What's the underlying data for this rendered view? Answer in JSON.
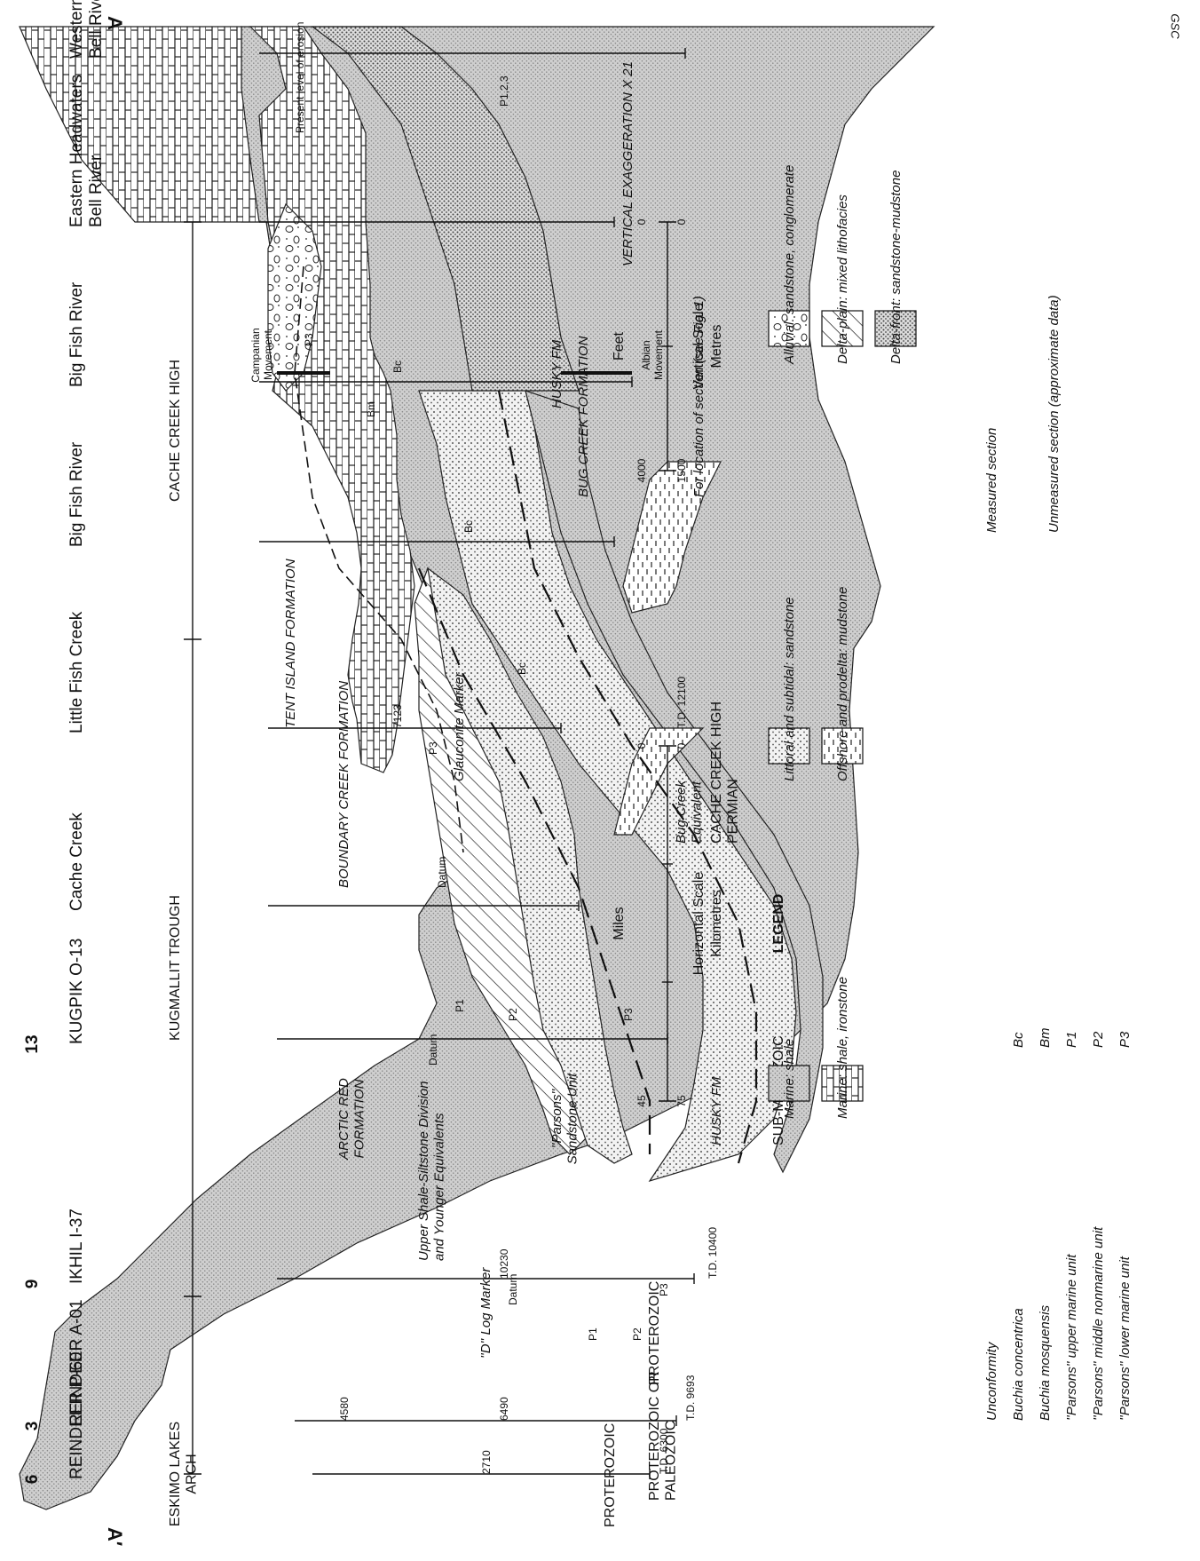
{
  "section_ends": {
    "left": "A",
    "right": "A′"
  },
  "wells": [
    {
      "name": "Western Headwaters\nBell River",
      "number": ""
    },
    {
      "name": "Eastern Headwaters\nBell River",
      "number": ""
    },
    {
      "name": "Big Fish River",
      "number": ""
    },
    {
      "name": "Big Fish River",
      "number": ""
    },
    {
      "name": "Little Fish Creek",
      "number": ""
    },
    {
      "name": "Cache Creek",
      "number": ""
    },
    {
      "name": "KUGPIK O-13",
      "number": "13"
    },
    {
      "name": "IKHIL I-37",
      "number": "9"
    },
    {
      "name": "REINDEER A-01",
      "number": "3"
    },
    {
      "name": "REINDEER P-60",
      "number": "6"
    }
  ],
  "structural_domains": {
    "cache_creek_high": "CACHE CREEK HIGH",
    "kugmallit_trough": "KUGMALLIT TROUGH",
    "eskimo_lakes_arch": "ESKIMO LAKES\nARCH"
  },
  "formations": {
    "tent_island": "TENT ISLAND FORMATION",
    "boundary_creek": "BOUNDARY CREEK FORMATION",
    "arctic_red": "ARCTIC RED\nFORMATION",
    "upper_shale": "Upper Shale-Siltstone Division\nand Younger Equivalents",
    "parsons": "''Parsons''\nSandstone Unit",
    "husky_1": "HUSKY FM",
    "husky_2": "HUSKY FM",
    "bug_creek": "BUG CREEK FORMATION",
    "bug_creek_equiv": "Bug Creek\nEquivalent",
    "cache_creek_permian": "CACHE CREEK HIGH\nPERMIAN",
    "sub_mesozoic": "SUB-MESOZOIC",
    "proterozoic": "PROTEROZOIC",
    "proterozoic_or_paleozoic": "PROTEROZOIC OR\nPALEOZOIC",
    "proterozoic_2": "PROTEROZOIC"
  },
  "markers": {
    "glauconite": "Glauconite Marker",
    "d_log": "''D'' Log Marker",
    "datum": "Datum"
  },
  "depths": {
    "kugpik_top": "7123",
    "kugpik_td": "T.D. 12100",
    "ikhil_top": "10230",
    "ikhil_td": "T.D. 10400",
    "reindeer_a01_top": "4580",
    "reindeer_a01_mid": "6490",
    "reindeer_a01_td": "T.D. 9693",
    "reindeer_p60_top": "2710",
    "reindeer_p60_td": "T.D. 6300"
  },
  "movements": {
    "campanian": "Campanian\nMovement",
    "albian": "Albian\nMovement"
  },
  "annotations": {
    "present_level": "Present level of erosion",
    "vertical_exaggeration": "VERTICAL EXAGGERATION X 21",
    "location_note": "For location of section (see Fig. 1)"
  },
  "unit_labels": {
    "p1": "P1",
    "p2": "P2",
    "p3": "P3",
    "p123": "P1,2,3",
    "bc": "Bc",
    "bm": "Bm"
  },
  "vertical_scale": {
    "title": "Vertical Scale",
    "unit1": "Metres",
    "unit2": "Feet",
    "ticks1": [
      "0",
      "1500"
    ],
    "ticks2": [
      "0",
      "4000"
    ]
  },
  "horizontal_scale": {
    "title": "Horizontal Scale",
    "unit1": "Kilometres",
    "unit2": "Miles",
    "ticks1": [
      "0",
      "75"
    ],
    "ticks2": [
      "0",
      "45"
    ]
  },
  "legend": {
    "title": "LEGEND",
    "patterns": [
      {
        "key": "alluvial",
        "label": "Alluvial: sandstone, conglomerate"
      },
      {
        "key": "delta_plain",
        "label": "Delta-plain: mixed lithofacies"
      },
      {
        "key": "delta_front",
        "label": "Delta-front: sandstone-mudstone"
      },
      {
        "key": "littoral",
        "label": "Littoral and subtidal: sandstone"
      },
      {
        "key": "offshore",
        "label": "Offshore and prodelta: mudstone"
      },
      {
        "key": "marine_shale",
        "label": "Marine: shale"
      },
      {
        "key": "marine_ironstone",
        "label": "Marine: shale, ironstone"
      }
    ],
    "symbols": [
      {
        "label": "Measured section",
        "code": ""
      },
      {
        "label": "Unmeasured section (approximate data)",
        "code": ""
      },
      {
        "label": "Unconformity",
        "code": ""
      },
      {
        "label": "Buchia concentrica",
        "code": "Bc"
      },
      {
        "label": "Buchia mosquensis",
        "code": "Bm"
      },
      {
        "label": "''Parsons'' upper marine unit",
        "code": "P1"
      },
      {
        "label": "''Parsons'' middle nonmarine unit",
        "code": "P2"
      },
      {
        "label": "''Parsons'' lower marine unit",
        "code": "P3"
      }
    ]
  },
  "credit": "GSC",
  "colors": {
    "ink": "#111111",
    "shale": "#c9c9c9",
    "paper": "#ffffff"
  }
}
